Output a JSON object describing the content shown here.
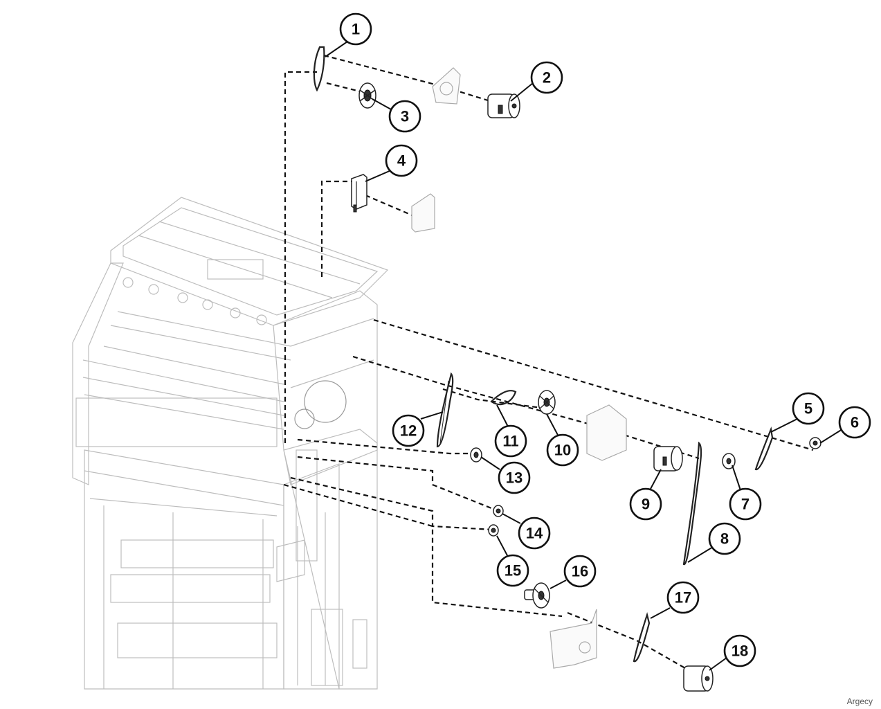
{
  "callouts": [
    {
      "label": "1"
    },
    {
      "label": "2"
    },
    {
      "label": "3"
    },
    {
      "label": "4"
    },
    {
      "label": "5"
    },
    {
      "label": "6"
    },
    {
      "label": "7"
    },
    {
      "label": "8"
    },
    {
      "label": "9"
    },
    {
      "label": "10"
    },
    {
      "label": "11"
    },
    {
      "label": "12"
    },
    {
      "label": "13"
    },
    {
      "label": "14"
    },
    {
      "label": "15"
    },
    {
      "label": "16"
    },
    {
      "label": "17"
    },
    {
      "label": "18"
    }
  ],
  "watermark": "Argecy"
}
